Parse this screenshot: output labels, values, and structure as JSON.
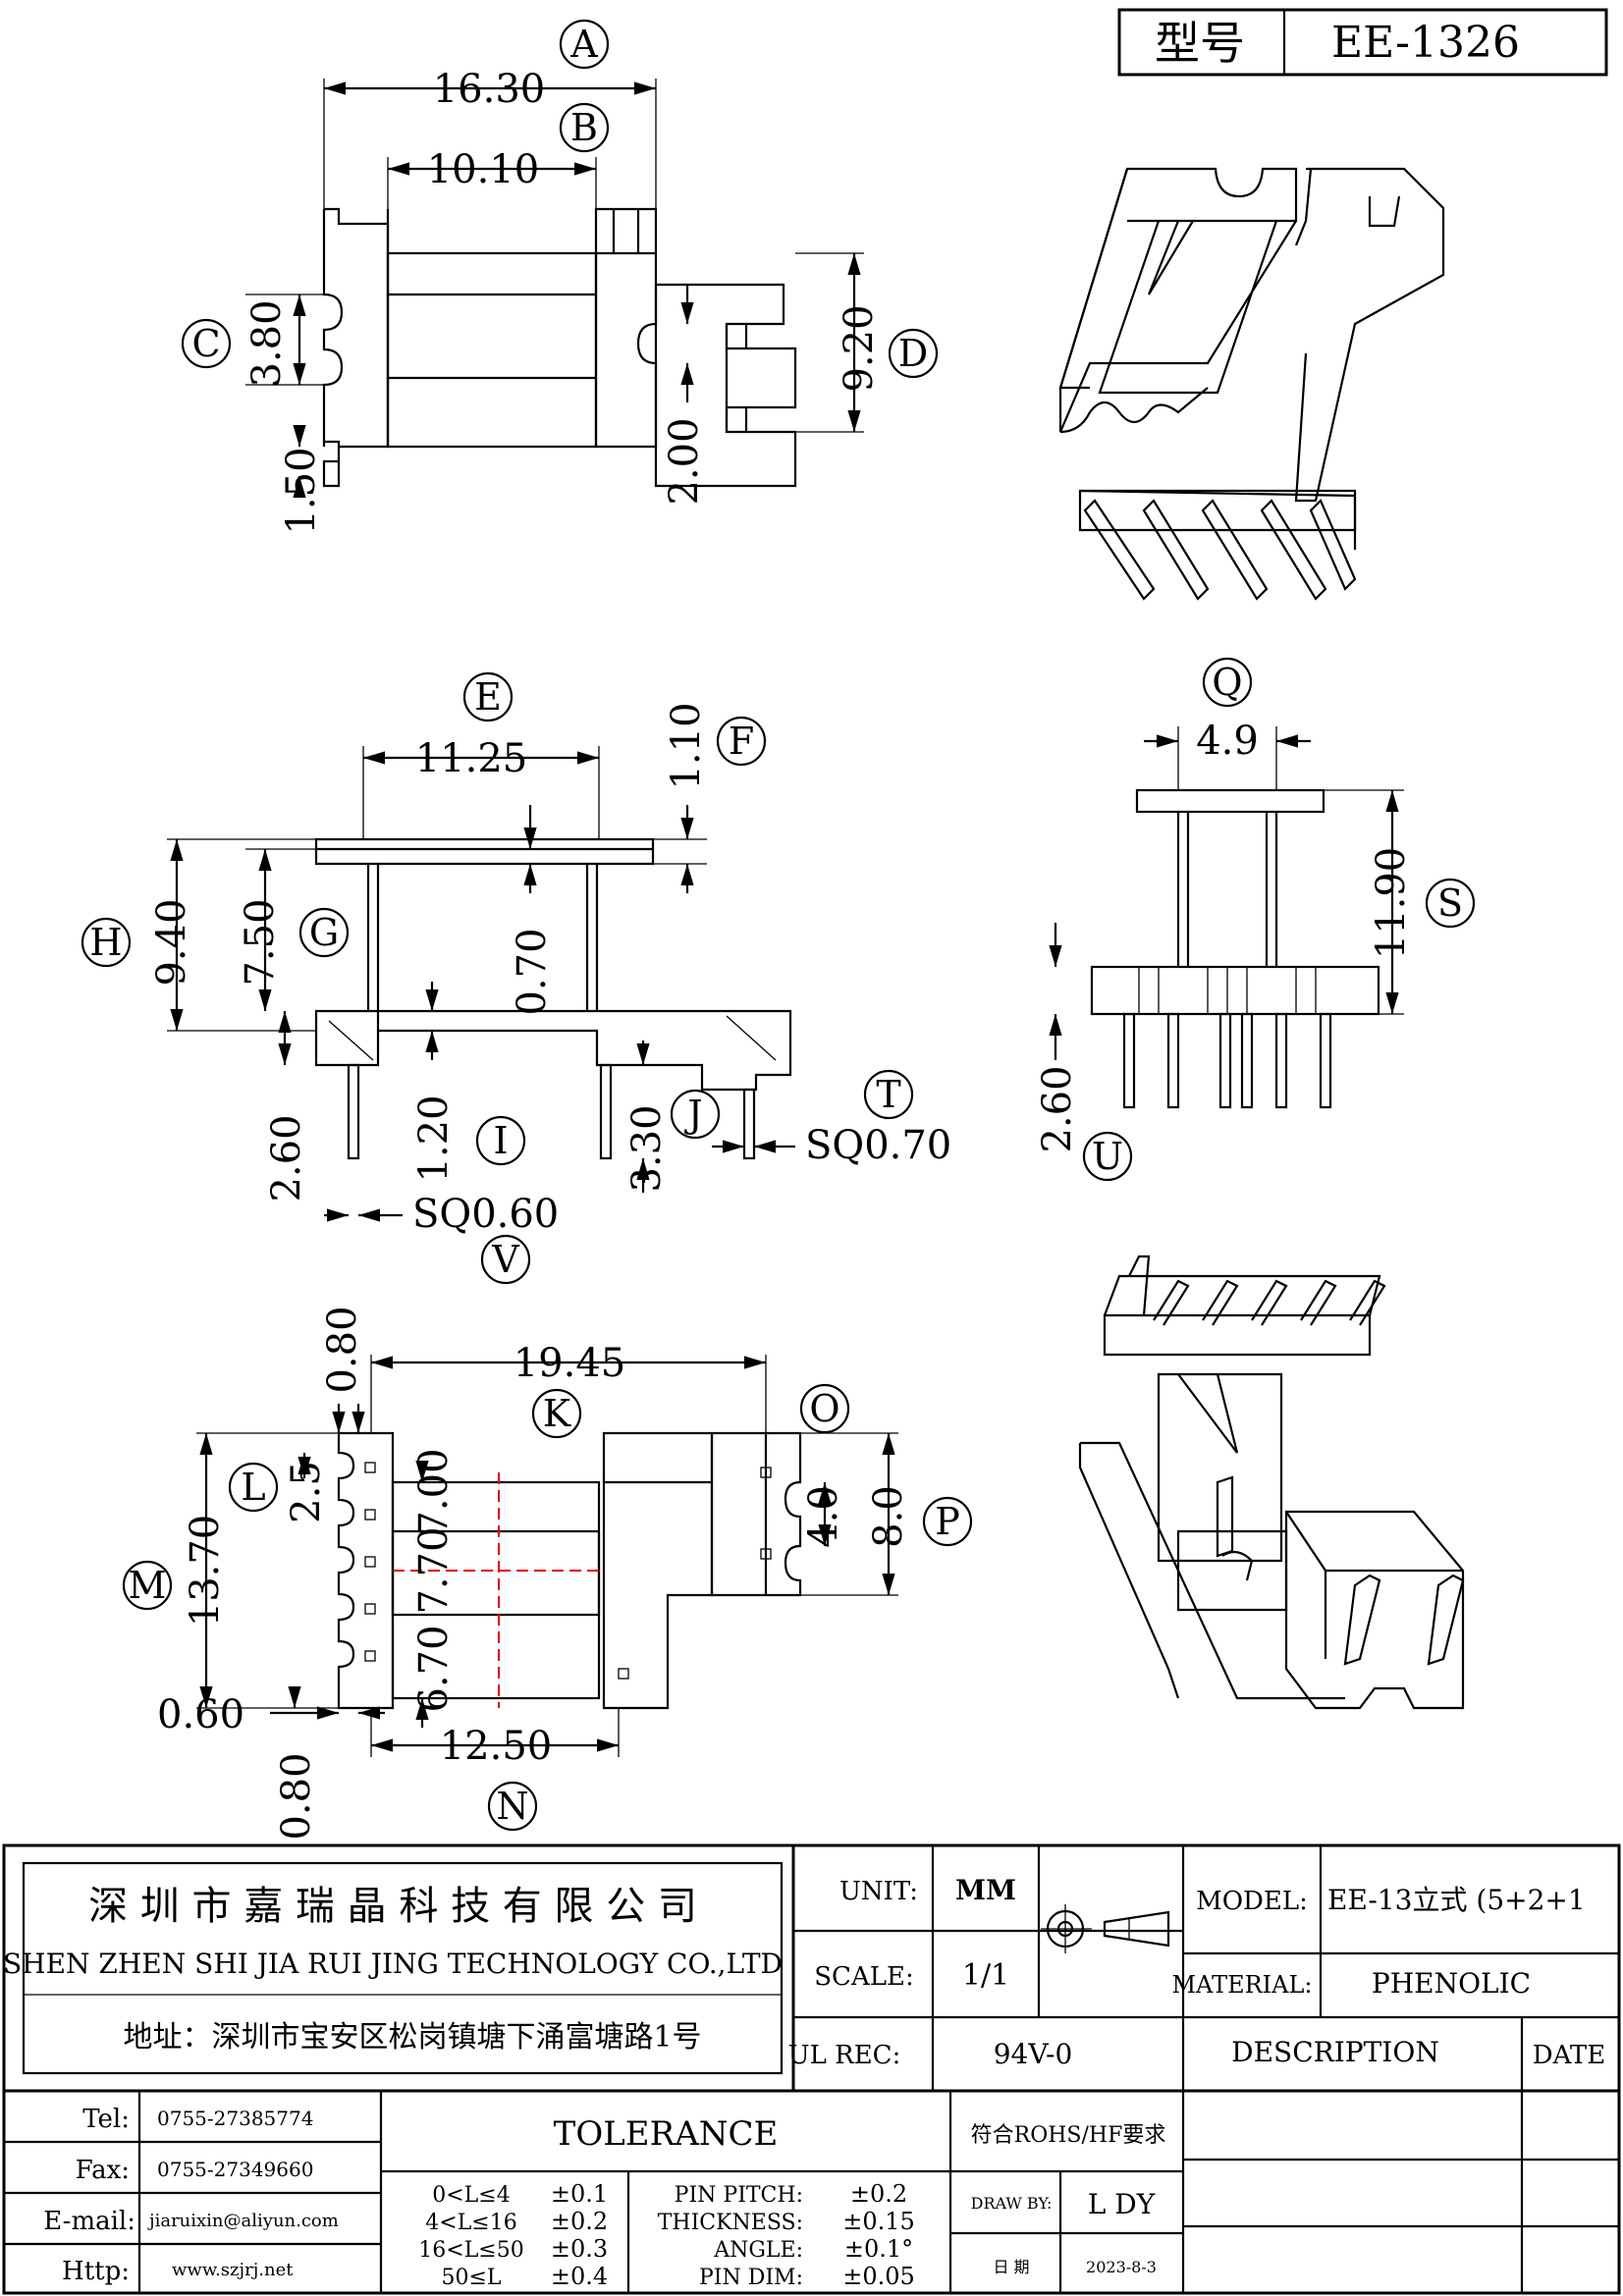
{
  "title_block": {
    "model_label": "型号",
    "model_value": "EE-1326",
    "company_cn": "深 圳 市 嘉 瑞 晶 科 技 有 限 公 司",
    "company_en": "SHEN ZHEN SHI   JIA RUI JING   TECHNOLOGY CO.,LTD",
    "address": "地址：深圳市宝安区松岗镇塘下涌富塘路1号",
    "unit_label": "UNIT:",
    "unit_value": "MM",
    "scale_label": "SCALE:",
    "scale_value": "1/1",
    "model2_label": "MODEL:",
    "model2_value": "EE-13立式 (5+2+1",
    "material_label": "MATERIAL:",
    "material_value": "PHENOLIC",
    "ul_label": "UL REC:",
    "ul_value": "94V-0",
    "description_label": "DESCRIPTION",
    "date_label": "DATE",
    "tel_label": "Tel:",
    "tel_value": "0755-27385774",
    "fax_label": "Fax:",
    "fax_value": "0755-27349660",
    "email_label": "E-mail:",
    "email_value": "jiaruixin@aliyun.com",
    "http_label": "Http:",
    "http_value": "www.szjrj.net",
    "tolerance_label": "TOLERANCE",
    "rohs": "符合ROHS/HF要求",
    "tol_ranges": [
      "0<L≤4",
      "4<L≤16",
      "16<L≤50",
      "50≤L"
    ],
    "tol_values": [
      "±0.1",
      "±0.2",
      "±0.3",
      "±0.4"
    ],
    "pin_labels": [
      "PIN PITCH:",
      "THICKNESS:",
      "ANGLE:",
      "PIN DIM:"
    ],
    "pin_values": [
      "±0.2",
      "±0.15",
      "±0.1°",
      "±0.05"
    ],
    "draw_by_label": "DRAW BY:",
    "draw_by_value": "L DY",
    "date_cn_label": "日  期",
    "date_value": "2023-8-3"
  },
  "dimensions": {
    "A": "16.30",
    "B": "10.10",
    "C": "3.80",
    "C2": "1.50",
    "D": "9.20",
    "D2": "2.00",
    "E": "11.25",
    "F": "1.10",
    "G": "7.50",
    "H": "9.40",
    "G2": "0.70",
    "H2": "2.60",
    "I": "1.20",
    "J": "3.30",
    "T": "SQ0.70",
    "V": "SQ0.60",
    "Q": "4.9",
    "S": "11.90",
    "U": "2.60",
    "K": "19.45",
    "L": "2.5",
    "L2": "0.80",
    "K2": "7.00",
    "K3": "7.70",
    "K4": "6.70",
    "M": "13.70",
    "N": "12.50",
    "N2": "0.60",
    "N3": "0.80",
    "O": "4.0",
    "P": "8.0"
  },
  "callouts": [
    "A",
    "B",
    "C",
    "D",
    "E",
    "F",
    "G",
    "H",
    "I",
    "J",
    "T",
    "V",
    "Q",
    "S",
    "U",
    "K",
    "L",
    "M",
    "N",
    "O",
    "P"
  ]
}
